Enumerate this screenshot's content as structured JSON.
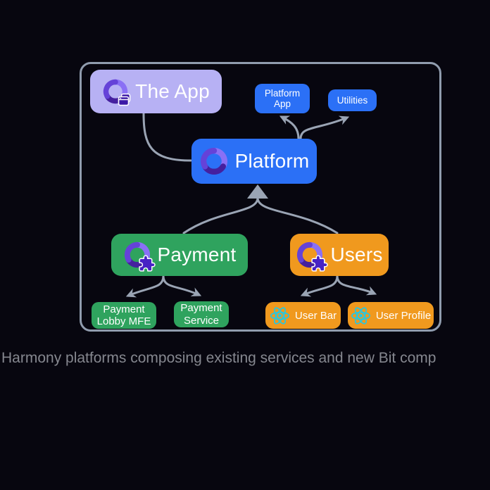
{
  "caption": "Harmony platforms composing existing services and new Bit comp",
  "colors": {
    "background": "#07060f",
    "node_blue": "#2b70f6",
    "node_green": "#2fa35e",
    "node_orange": "#f0991e",
    "node_lavender": "#b7b1f4",
    "edge": "#9aa4b4",
    "container_border": "#909cae",
    "caption_text": "#85878f",
    "node_text": "#ffffff",
    "react_cyan": "#22c8e6",
    "triad_light": "#8a70f5",
    "triad_dark": "#45209f"
  },
  "nodes": {
    "the_app": {
      "label": "The App"
    },
    "platform_app": {
      "line1": "Platform",
      "line2": "App"
    },
    "utilities": {
      "label": "Utilities"
    },
    "platform": {
      "label": "Platform"
    },
    "payment": {
      "label": "Payment"
    },
    "users": {
      "label": "Users"
    },
    "payment_lobby_mfe": {
      "line1": "Payment",
      "line2": "Lobby MFE"
    },
    "payment_service": {
      "line1": "Payment",
      "line2": "Service"
    },
    "user_bar": {
      "label": "User Bar"
    },
    "user_profile": {
      "label": "User Profile"
    }
  },
  "icons": {
    "bit_logo": "bit-logo-icon",
    "app_windows": "app-windows-icon",
    "plugin_puzzle": "plugin-puzzle-icon",
    "react": "react-icon"
  }
}
